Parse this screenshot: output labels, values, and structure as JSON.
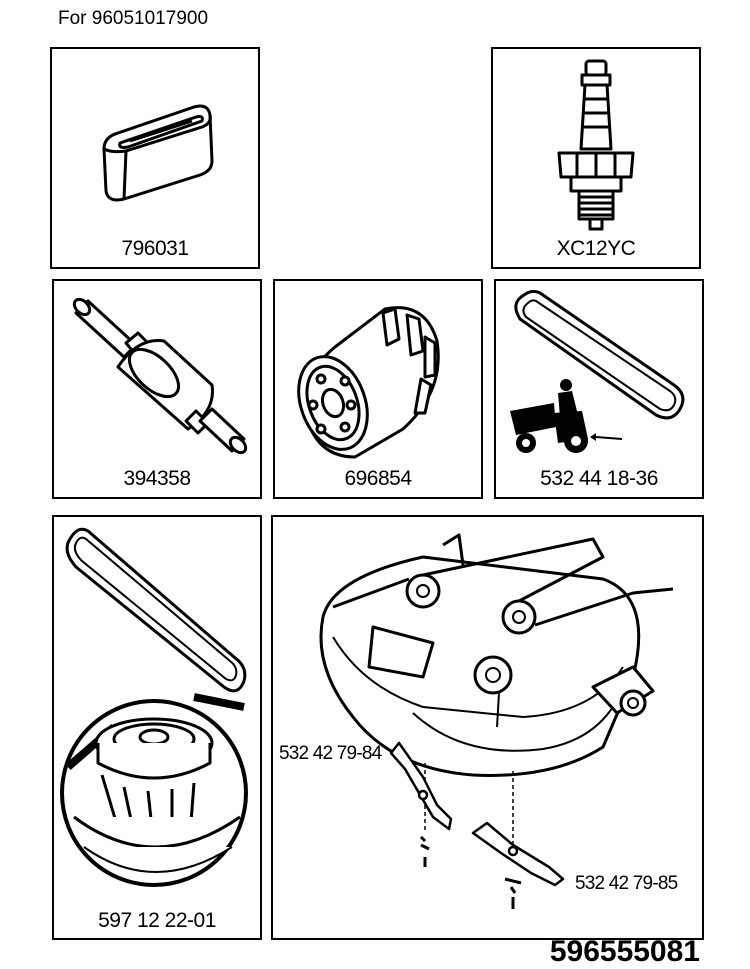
{
  "header": {
    "text": "For 96051017900"
  },
  "parts": {
    "air_filter": "796031",
    "spark_plug": "XC12YC",
    "fuel_filter": "394358",
    "oil_filter": "696854",
    "drive_belt": "532 44 18-36",
    "deck_belt": "597 12 22-01",
    "blade_left": "532 42 79-84",
    "blade_right": "532 42 79-85"
  },
  "footer": {
    "text": "596555081"
  }
}
